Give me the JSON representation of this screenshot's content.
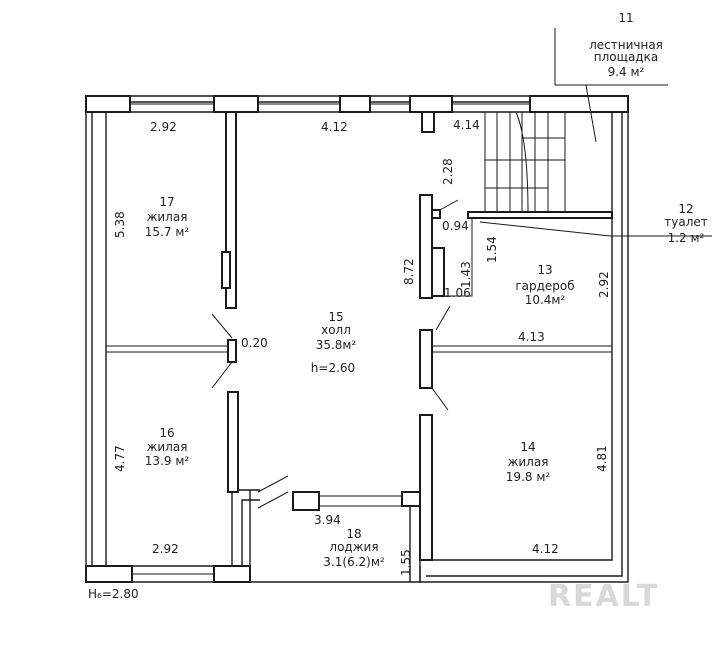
{
  "rooms": [
    {
      "num": "11",
      "name": "лестничная",
      "name2": "площадка",
      "area": "9.4 м²"
    },
    {
      "num": "12",
      "name": "туалет",
      "area": "1.2 м²"
    },
    {
      "num": "13",
      "name": "гардероб",
      "area": "10.4м²"
    },
    {
      "num": "14",
      "name": "жилая",
      "area": "19.8 м²"
    },
    {
      "num": "15",
      "name": "холл",
      "area": "35.8м²",
      "height": "h=2.60"
    },
    {
      "num": "16",
      "name": "жилая",
      "area": "13.9 м²"
    },
    {
      "num": "17",
      "name": "жилая",
      "area": "15.7 м²"
    },
    {
      "num": "18",
      "name": "лоджия",
      "area": "3.1(6.2)м²"
    }
  ],
  "dimensions": {
    "top_17": "2.92",
    "top_hall": "4.12",
    "top_stair": "4.14",
    "side_17": "5.38",
    "side_16": "4.77",
    "bottom_16": "2.92",
    "wall_020": "0.20",
    "hall_872": "8.72",
    "d_228": "2.28",
    "d_094": "0.94",
    "d_143": "1.43",
    "d_154": "1.54",
    "d_106": "1.06",
    "d_292": "2.92",
    "d_413": "4.13",
    "d_481": "4.81",
    "bottom_14": "4.12",
    "loggia_w": "3.94",
    "loggia_d": "1.55"
  },
  "floor_height": "H₆=2.80",
  "watermark": "REALT"
}
